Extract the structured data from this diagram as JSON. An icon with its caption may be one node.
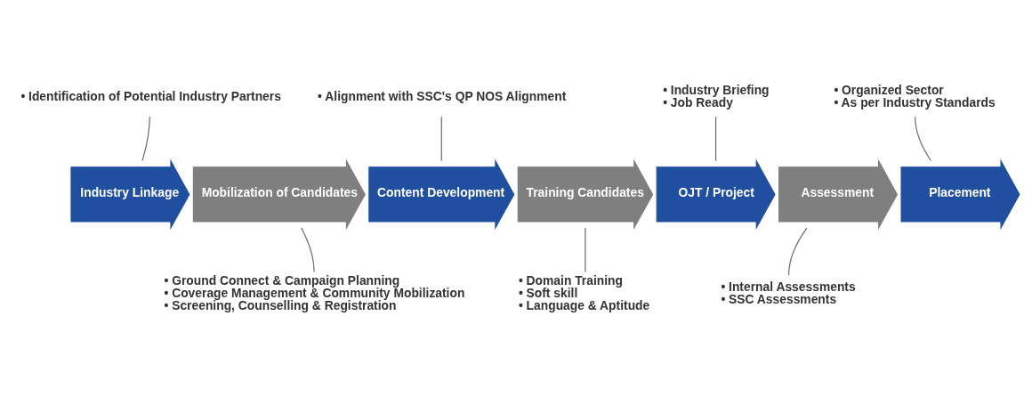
{
  "diagram": {
    "nodes": [
      {
        "text": [
          "• Identification of Potential Industry Partners"
        ]
      },
      {
        "text": [
          "• Alignment with SSC's QP NOS Alignment"
        ]
      },
      {
        "text": [
          "• Industry Briefing",
          "• Job Ready"
        ]
      },
      {
        "text": [
          "• Organized Sector",
          "• As per Industry Standards"
        ]
      },
      {
        "text": [
          "Industry Linkage"
        ]
      },
      {
        "text": [
          "Mobilization of Candidates"
        ]
      },
      {
        "text": [
          "Content Development"
        ]
      },
      {
        "text": [
          "Training Candidates"
        ]
      },
      {
        "text": [
          "OJT / Project"
        ]
      },
      {
        "text": [
          "Assessment"
        ]
      },
      {
        "text": [
          "Placement"
        ]
      },
      {
        "text": [
          "• Ground Connect & Campaign Planning",
          "• Coverage Management & Community Mobilization",
          "• Screening, Counselling & Registration"
        ]
      },
      {
        "text": [
          "• Domain Training",
          "• Soft skill",
          "• Language & Aptitude"
        ]
      },
      {
        "text": [
          "• Internal Assessments",
          "• SSC Assessments"
        ]
      }
    ],
    "edges": [
      {
        "from": 0,
        "to": 4,
        "arrow": "none"
      },
      {
        "from": 1,
        "to": 6,
        "arrow": "none"
      },
      {
        "from": 2,
        "to": 8,
        "arrow": "none"
      },
      {
        "from": 3,
        "to": 10,
        "arrow": "none"
      },
      {
        "from": 11,
        "to": 5,
        "arrow": "none"
      },
      {
        "from": 12,
        "to": 7,
        "arrow": "none"
      },
      {
        "from": 13,
        "to": 9,
        "arrow": "none"
      }
    ]
  }
}
